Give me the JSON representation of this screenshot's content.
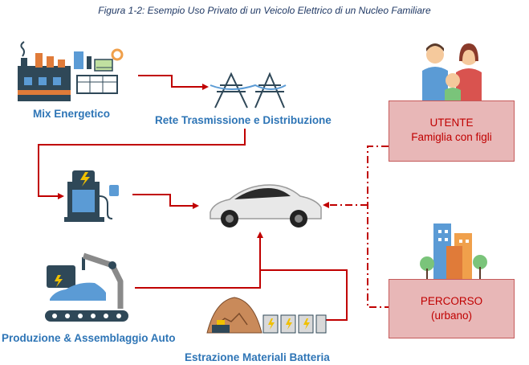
{
  "caption": "Figura 1-2: Esempio Uso Privato di un Veicolo Elettrico di un Nucleo Familiare",
  "nodes": {
    "mix": "Mix Energetico",
    "rete": "Rete Trasmissione e Distribuzione",
    "produzione": "Produzione & Assemblaggio Auto",
    "estrazione": "Estrazione Materiali Batteria"
  },
  "utente": {
    "title": "UTENTE",
    "subtitle": "Famiglia con figli"
  },
  "percorso": {
    "title": "PERCORSO",
    "subtitle": "(urbano)"
  },
  "colors": {
    "arrow": "#c00000",
    "label": "#2e75b6",
    "box_fill": "#e8b7b7",
    "box_text": "#c00000",
    "icon_dark": "#2f4858",
    "icon_orange": "#f0a04b"
  }
}
